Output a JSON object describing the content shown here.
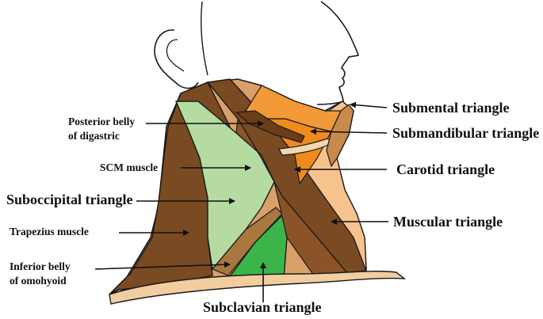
{
  "colors": {
    "outline": "#1a1a1a",
    "skin_light": "#f2b26a",
    "skin_peach": "#f7c38d",
    "muscle_brown": "#7a4a22",
    "muscle_brown_dark": "#5c3515",
    "orange_triangle": "#f08a1c",
    "light_green": "#b5dba1",
    "dark_green": "#3bb54a",
    "tan_band": "#d9a06a"
  },
  "labels": {
    "submental": "Submental triangle",
    "submandibular": "Submandibular triangle",
    "carotid": "Carotid triangle",
    "muscular": "Muscular triangle",
    "posterior_belly_line1": "Posterior belly",
    "posterior_belly_line2": "of digastric",
    "scm": "SCM muscle",
    "suboccipital": "Suboccipital triangle",
    "trapezius": "Trapezius muscle",
    "inferior_belly_line1": "Inferior belly",
    "inferior_belly_line2": "of omohyoid",
    "subclavian": "Subclavian triangle"
  }
}
